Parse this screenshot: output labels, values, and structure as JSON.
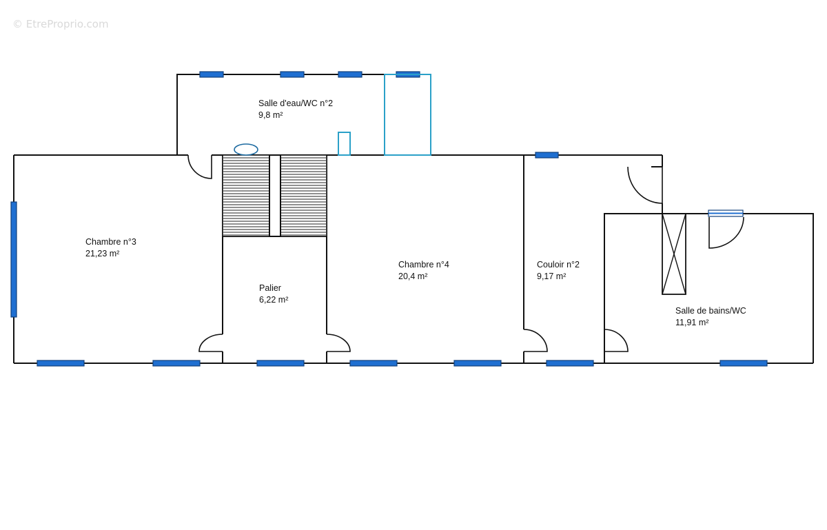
{
  "watermark": "© EtreProprio.com",
  "rooms": [
    {
      "name": "Salle d'eau/WC n°2",
      "area": "9,8  m²"
    },
    {
      "name": "Chambre n°3",
      "area": "21,23  m²"
    },
    {
      "name": "Palier",
      "area": "6,22  m²"
    },
    {
      "name": "Chambre n°4",
      "area": "20,4  m²"
    },
    {
      "name": "Couloir n°2",
      "area": "9,17  m²"
    },
    {
      "name": "Salle de bains/WC",
      "area": "11,91  m²"
    }
  ],
  "colors": {
    "walls": "#111111",
    "windows": "#1f6fd1",
    "fixtures": "#2aa0c8"
  }
}
